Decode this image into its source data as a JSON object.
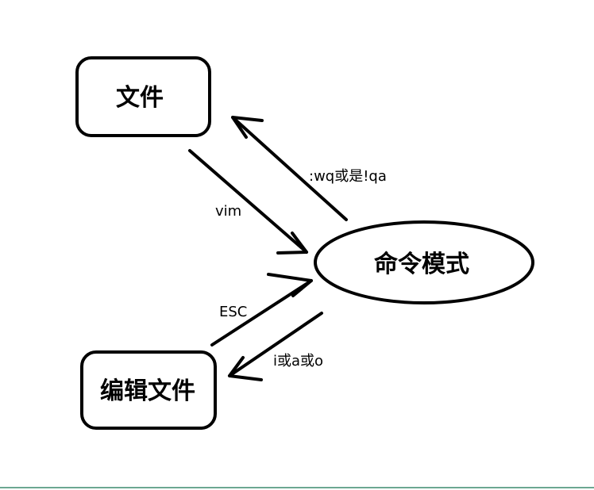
{
  "nodes": {
    "file": {
      "label": "文件"
    },
    "command_mode": {
      "label": "命令模式"
    },
    "edit_file": {
      "label": "编辑文件"
    }
  },
  "edges": {
    "vim": {
      "label": "vim"
    },
    "wq_or_qa": {
      "label": ":wq或是!qa"
    },
    "esc": {
      "label": "ESC"
    },
    "insert": {
      "label": "i或a或o"
    }
  },
  "colors": {
    "stroke": "#000000",
    "background": "#ffffff",
    "bottom_rule": "#3c8c6e"
  }
}
